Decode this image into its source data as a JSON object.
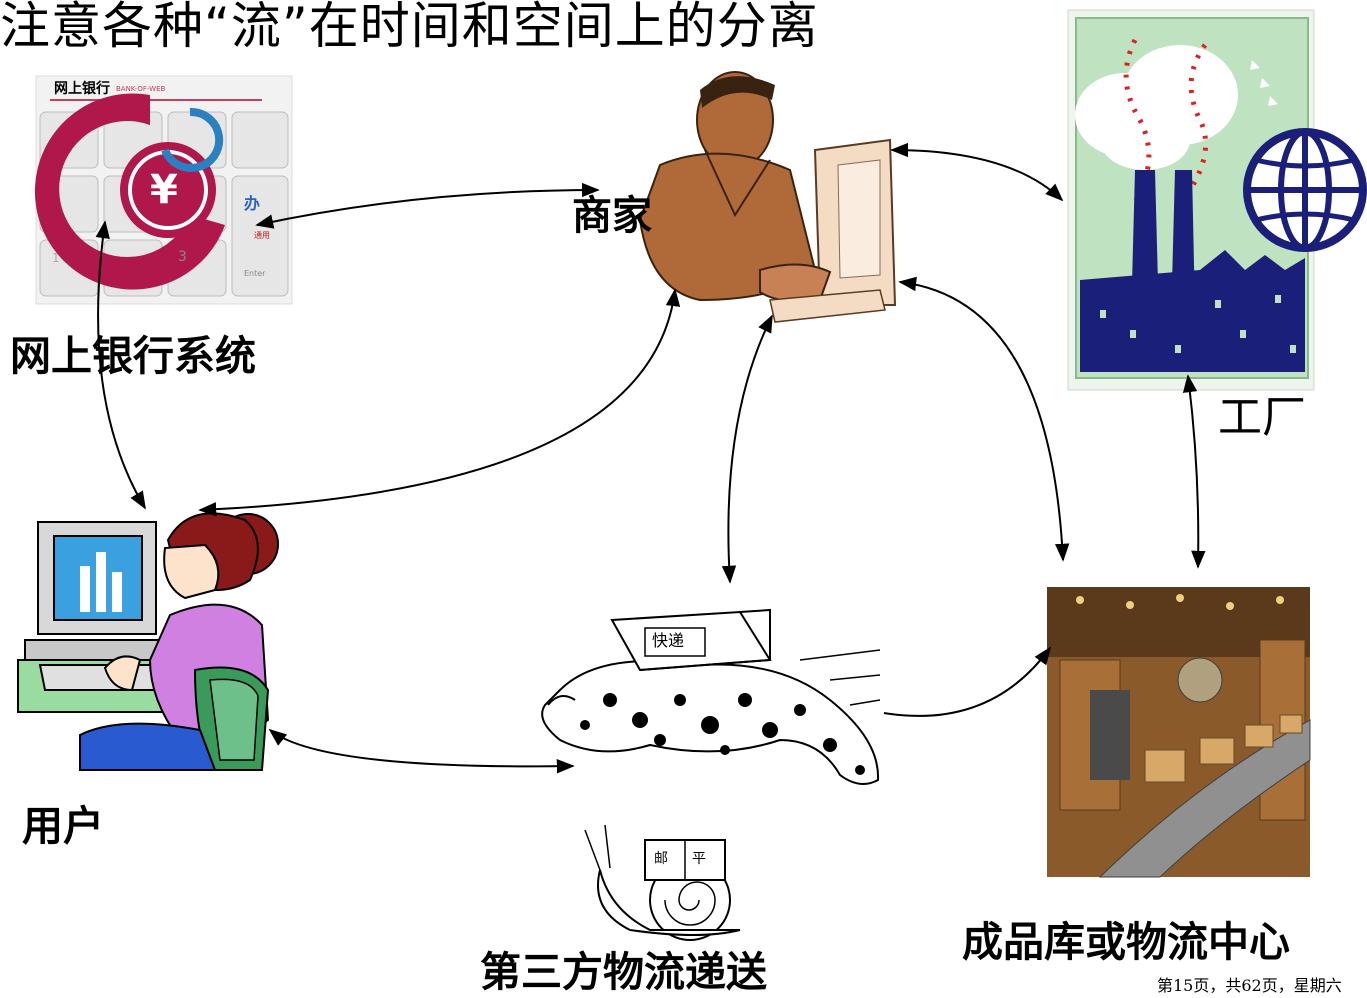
{
  "title": "注意各种“流”在时间和空间上的分离",
  "title_visible": "注意各种“流”在时间和空间上的分离",
  "nodes": {
    "bank": {
      "label": "网上银行系统",
      "panel_title": "网上银行",
      "panel_subtitle": "BANK-OF-WEB",
      "currency_symbol": "¥",
      "keys": [
        "1",
        "3",
        "Enter"
      ],
      "key_glyph": "办",
      "key_glyph_red": "通用"
    },
    "merchant": {
      "label": "商家"
    },
    "factory": {
      "label": "工厂"
    },
    "user": {
      "label": "用户"
    },
    "logistics": {
      "label": "第三方物流递送",
      "package_text_fast": "快递",
      "package_text_slow": "平",
      "package_text_slow2": "邮"
    },
    "warehouse": {
      "label": "成品库或物流中心"
    }
  },
  "footer": "第15页，共62页，星期六",
  "colors": {
    "bank_red": "#b0174a",
    "factory_navy": "#1a1f7a",
    "factory_bg": "#c8e6c8",
    "skin": "#b06a3a",
    "user_purple": "#d080e0",
    "user_hair": "#8a1a1a",
    "chair_green": "#3a9a5a",
    "warehouse_brown": "#8a5a2a"
  }
}
